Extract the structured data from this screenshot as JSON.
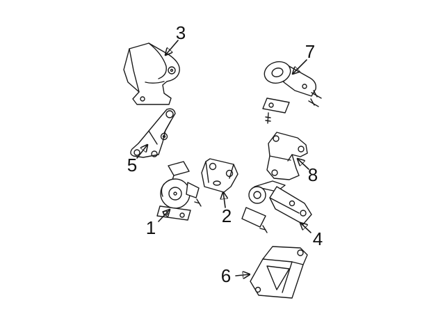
{
  "diagram": {
    "kind": "exploded-parts-line-diagram",
    "background_color": "#ffffff",
    "line_color": "#1a1a1a",
    "callouts": [
      {
        "label": "1"
      },
      {
        "label": "2"
      },
      {
        "label": "3"
      },
      {
        "label": "4"
      },
      {
        "label": "5"
      },
      {
        "label": "6"
      },
      {
        "label": "7"
      },
      {
        "label": "8"
      }
    ]
  }
}
